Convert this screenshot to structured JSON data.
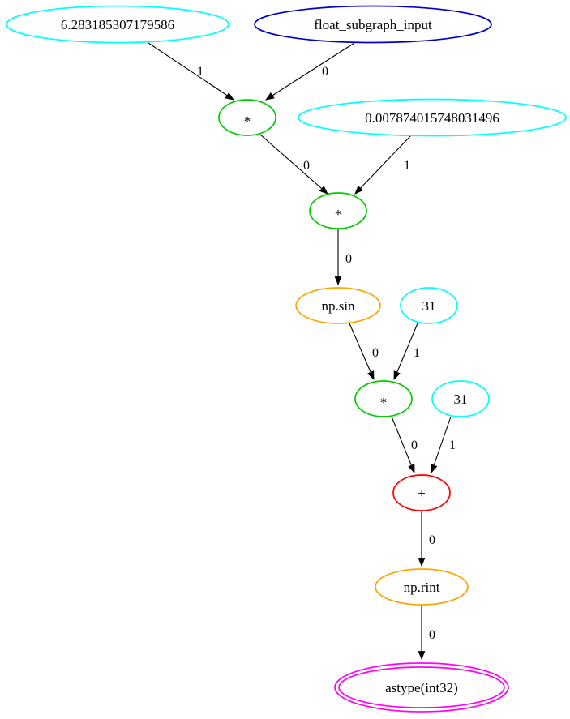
{
  "diagram": {
    "kind": "directed-computation-graph",
    "nodes": {
      "tau": {
        "label": "6.283185307179586",
        "color": "#00ffff"
      },
      "input": {
        "label": "float_subgraph_input",
        "color": "#0000cd"
      },
      "mul1": {
        "label": "*",
        "color": "#00cc00"
      },
      "freq": {
        "label": "0.007874015748031496",
        "color": "#00ffff"
      },
      "mul2": {
        "label": "*",
        "color": "#00cc00"
      },
      "sin": {
        "label": "np.sin",
        "color": "#ffa500"
      },
      "c31a": {
        "label": "31",
        "color": "#00ffff"
      },
      "mul3": {
        "label": "*",
        "color": "#00cc00"
      },
      "c31b": {
        "label": "31",
        "color": "#00ffff"
      },
      "add": {
        "label": "+",
        "color": "#ff0000"
      },
      "rint": {
        "label": "np.rint",
        "color": "#ffa500"
      },
      "astype": {
        "label": "astype(int32)",
        "color": "#ff00ff"
      }
    },
    "edges": {
      "tau_mul1": {
        "label": "1"
      },
      "input_mul1": {
        "label": "0"
      },
      "mul1_mul2": {
        "label": "0"
      },
      "freq_mul2": {
        "label": "1"
      },
      "mul2_sin": {
        "label": "0"
      },
      "sin_mul3": {
        "label": "0"
      },
      "c31a_mul3": {
        "label": "1"
      },
      "mul3_add": {
        "label": "0"
      },
      "c31b_add": {
        "label": "1"
      },
      "add_rint": {
        "label": "0"
      },
      "rint_astype": {
        "label": "0"
      }
    }
  }
}
